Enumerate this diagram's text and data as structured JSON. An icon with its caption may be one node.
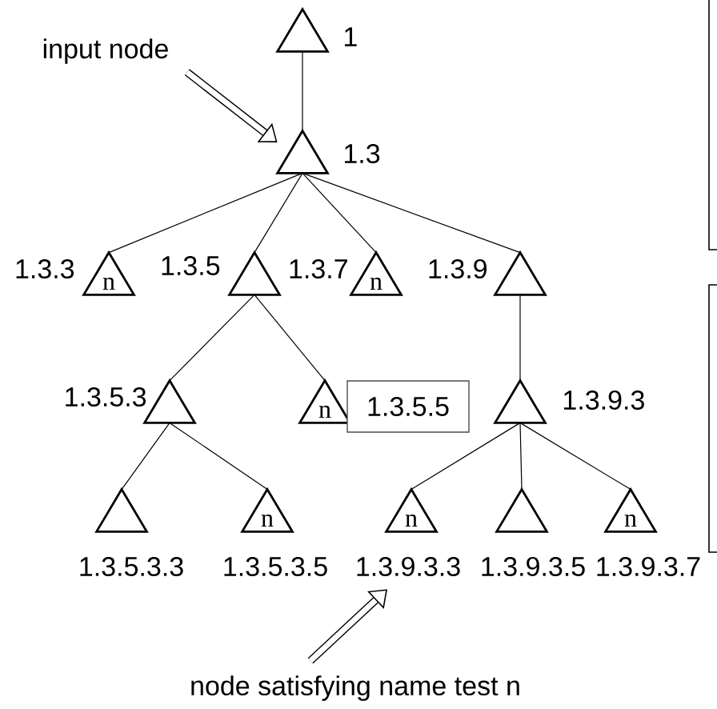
{
  "diagram": {
    "nodes": [
      {
        "text": [],
        "shape": "triangle",
        "beside": [
          "1"
        ]
      },
      {
        "text": [],
        "shape": "triangle",
        "beside": [
          "1.3"
        ]
      },
      {
        "text": [
          "n"
        ],
        "beside": [
          "1.3.3"
        ]
      },
      {
        "text": [],
        "shape": "triangle",
        "beside": [
          "1.3.5"
        ]
      },
      {
        "text": [
          "n"
        ],
        "beside": [
          "1.3.7"
        ]
      },
      {
        "text": [],
        "shape": "triangle",
        "beside": [
          "1.3.9"
        ]
      },
      {
        "text": [],
        "shape": "triangle",
        "beside": [
          "1.3.5.3"
        ]
      },
      {
        "text": [
          "n"
        ]
      },
      {
        "text": [
          "1.3.5.5"
        ]
      },
      {
        "text": [],
        "shape": "triangle",
        "beside": [
          "1.3.9.3"
        ]
      },
      {
        "text": [],
        "shape": "triangle",
        "beside": [
          "1.3.5.3.3"
        ]
      },
      {
        "text": [
          "n"
        ],
        "beside": [
          "1.3.5.3.5"
        ]
      },
      {
        "text": [
          "n"
        ],
        "beside": [
          "1.3.9.3.3"
        ]
      },
      {
        "text": [],
        "shape": "triangle",
        "beside": [
          "1.3.9.3.5"
        ]
      },
      {
        "text": [
          "n"
        ],
        "beside": [
          "1.3.9.3.7"
        ]
      },
      {
        "text": [
          "input node"
        ]
      },
      {
        "text": [
          "node satisfying name test n"
        ]
      }
    ],
    "edges": [
      {
        "from": 0,
        "to": 1,
        "arrow": "none"
      },
      {
        "from": 1,
        "to": 2,
        "arrow": "none"
      },
      {
        "from": 1,
        "to": 3,
        "arrow": "none"
      },
      {
        "from": 1,
        "to": 4,
        "arrow": "none"
      },
      {
        "from": 1,
        "to": 5,
        "arrow": "none"
      },
      {
        "from": 3,
        "to": 6,
        "arrow": "none"
      },
      {
        "from": 3,
        "to": 7,
        "arrow": "none"
      },
      {
        "from": 5,
        "to": 9,
        "arrow": "none"
      },
      {
        "from": 6,
        "to": 10,
        "arrow": "none"
      },
      {
        "from": 6,
        "to": 11,
        "arrow": "none"
      },
      {
        "from": 9,
        "to": 12,
        "arrow": "none"
      },
      {
        "from": 9,
        "to": 13,
        "arrow": "none"
      },
      {
        "from": 9,
        "to": 14,
        "arrow": "none"
      },
      {
        "from": 15,
        "to": 1,
        "arrow": "to",
        "style": "thick"
      },
      {
        "from": 16,
        "to": 12,
        "arrow": "to",
        "style": "thick"
      }
    ]
  }
}
